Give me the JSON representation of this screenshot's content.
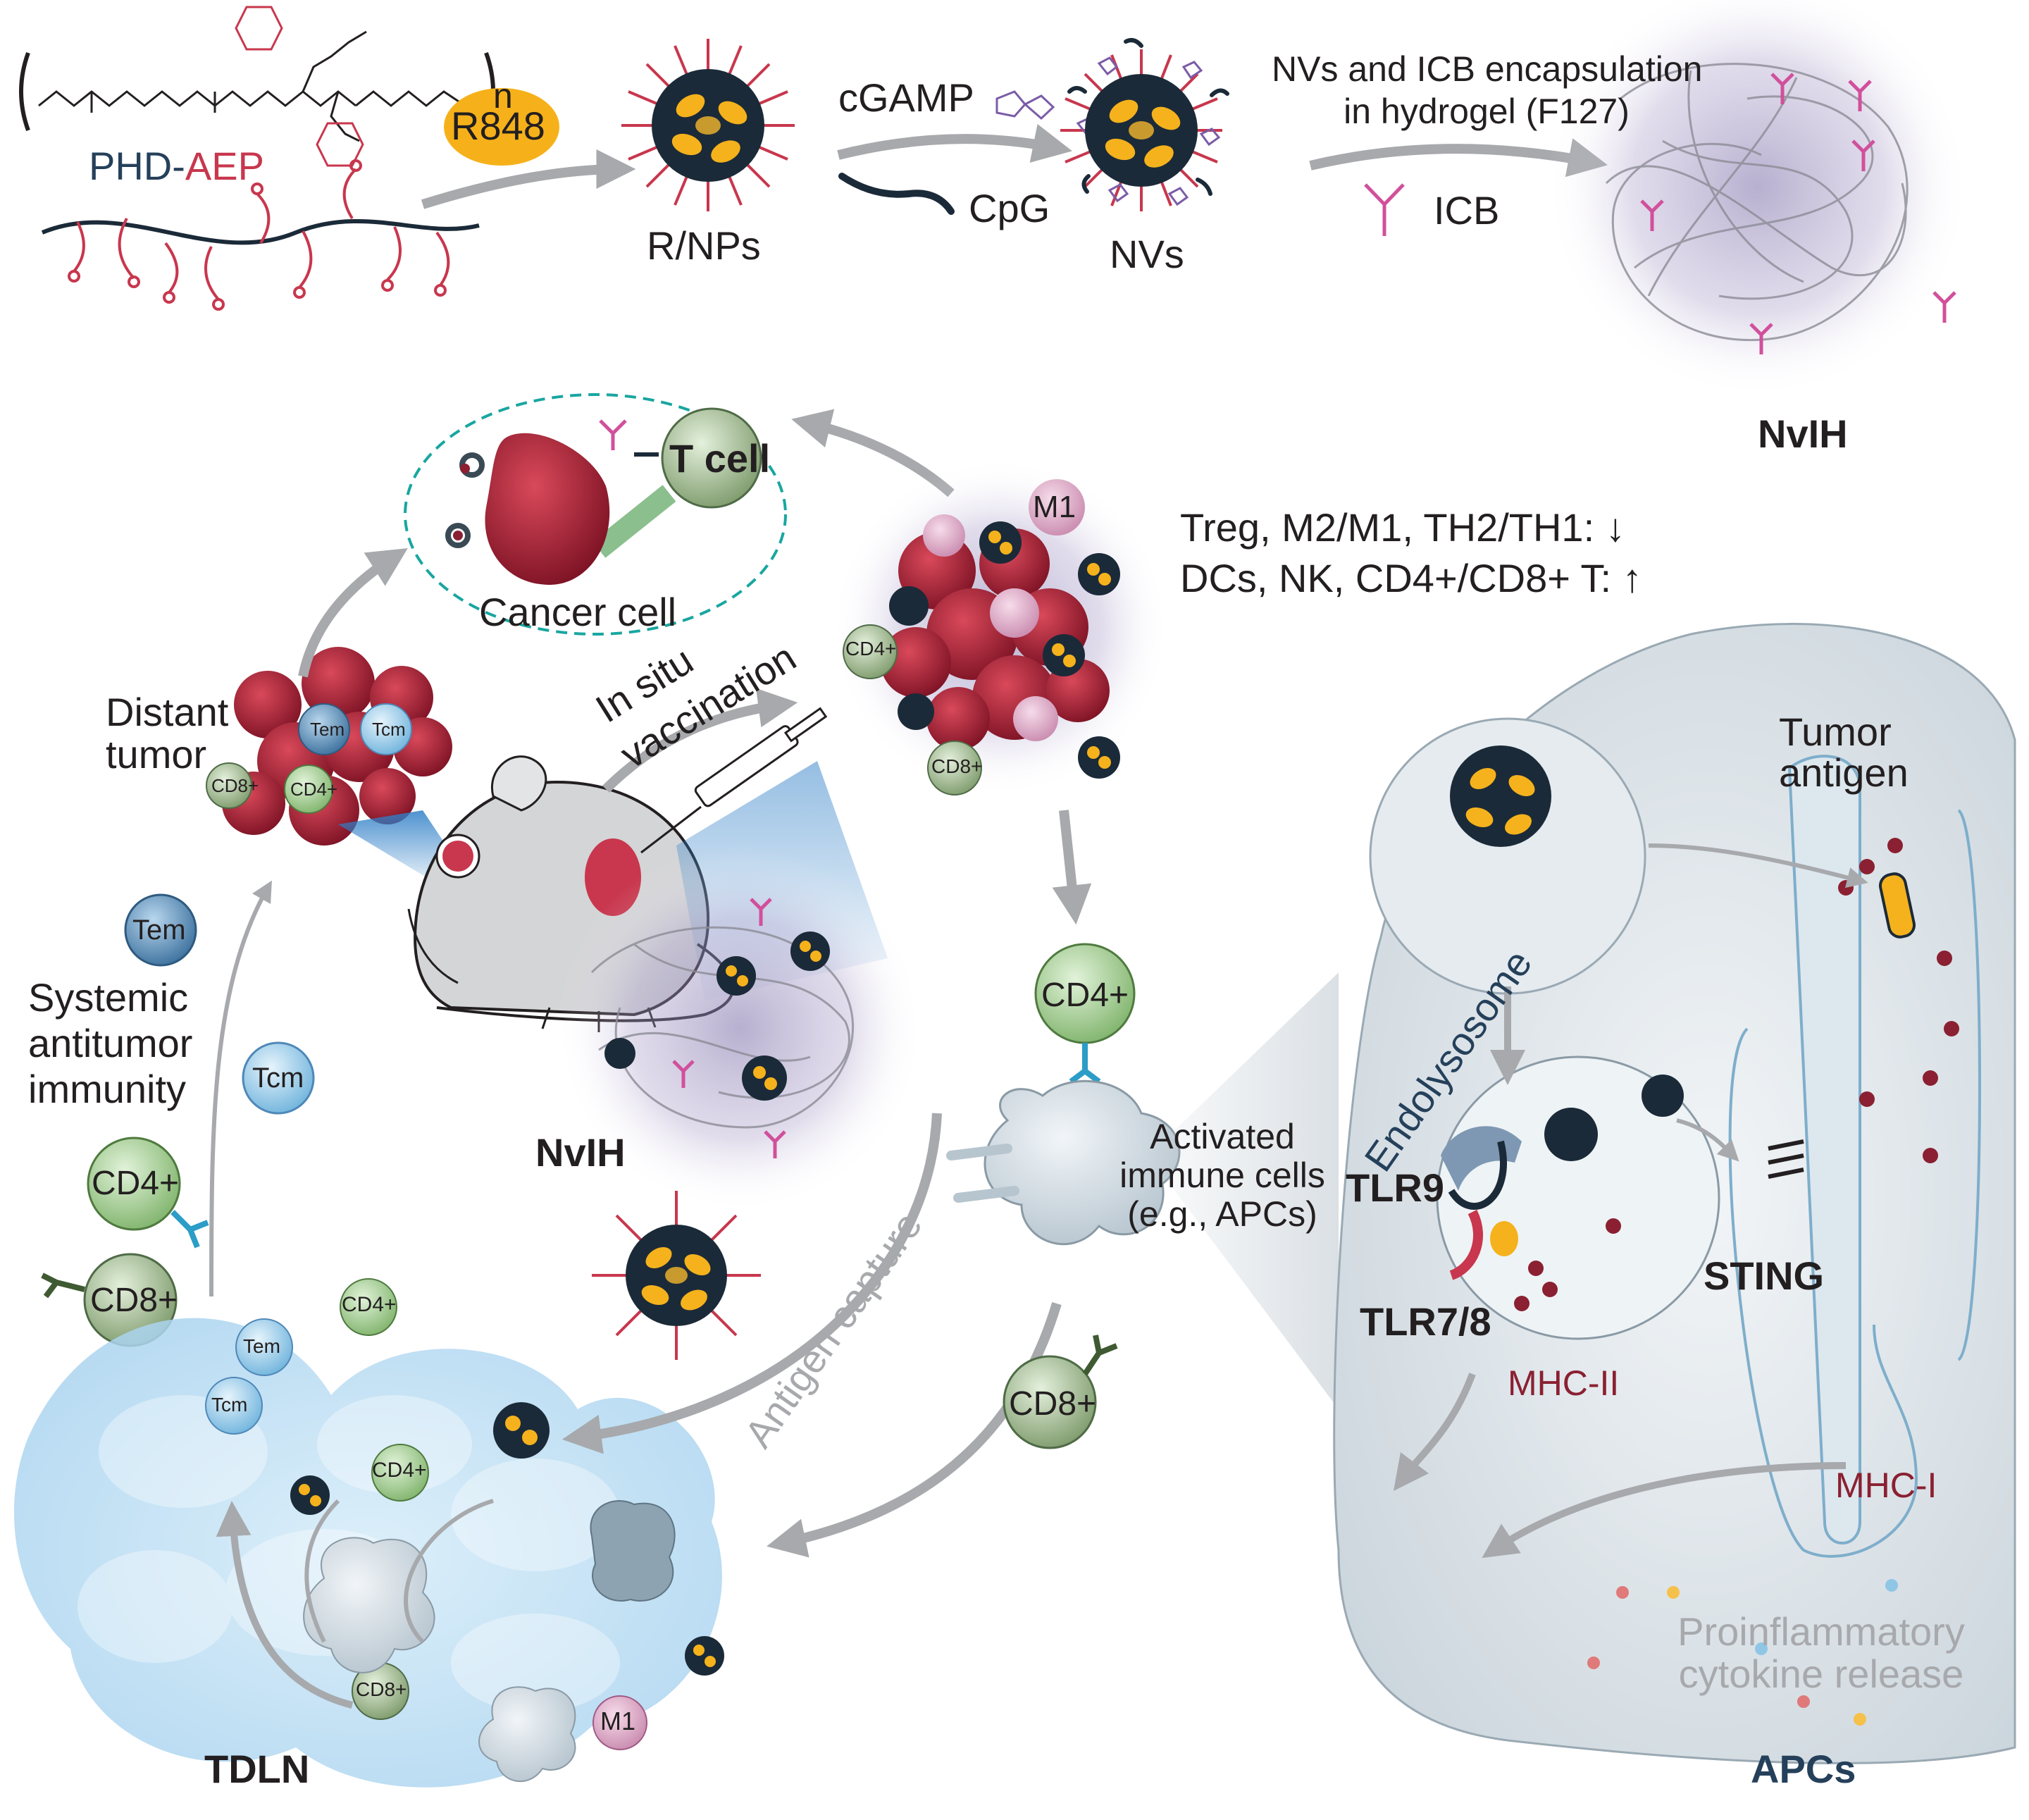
{
  "synthesis": {
    "polymer_name_part1": "PHD-",
    "polymer_name_part2": "AEP",
    "subscript_n": "n",
    "drug": "R848",
    "rnps": "R/NPs",
    "cgamp": "cGAMP",
    "cpg": "CpG",
    "nvs": "NVs",
    "encapsulation_line1": "NVs and ICB encapsulation",
    "encapsulation_line2": "in hydrogel (F127)",
    "icb": "ICB",
    "nvih_top": "NvIH"
  },
  "cycle": {
    "t_cell": "T cell",
    "cancer_cell": "Cancer cell",
    "m1_tumor": "M1",
    "cd4_tumor": "CD4+",
    "cd8_tumor": "CD8+",
    "immune_down": "Treg, M2/M1, TH2/TH1: ↓",
    "immune_up": "DCs, NK, CD4+/CD8+ T: ↑",
    "distant_tumor_line1": "Distant",
    "distant_tumor_line2": "tumor",
    "tem_distant": "Tem",
    "tcm_distant": "Tcm",
    "cd8_distant": "CD8+",
    "cd4_distant": "CD4+",
    "in_situ_line1": "In situ",
    "in_situ_line2": "vaccination",
    "nvih_mid": "NvIH",
    "tem_left": "Tem",
    "tcm_left": "Tcm",
    "systemic_line1": "Systemic",
    "systemic_line2": "antitumor",
    "systemic_line3": "immunity",
    "cd4_left": "CD4+",
    "cd8_left": "CD8+",
    "cd4_center": "CD4+",
    "cd8_center": "CD8+",
    "activated_line1": "Activated",
    "activated_line2": "immune cells",
    "activated_line3": "(e.g., APCs)",
    "antigen_capture": "Antigen capture",
    "tdln_cd4_a": "CD4+",
    "tdln_cd4_b": "CD4+",
    "tdln_tem": "Tem",
    "tdln_tcm": "Tcm",
    "tdln_cd8": "CD8+",
    "tdln_m1": "M1",
    "tdln": "TDLN"
  },
  "apc": {
    "tumor_antigen_line1": "Tumor",
    "tumor_antigen_line2": "antigen",
    "endolysosome": "Endolysosome",
    "tlr9": "TLR9",
    "tlr78": "TLR7/8",
    "sting": "STING",
    "mhc2": "MHC-II",
    "mhc1": "MHC-I",
    "cytokine_line1": "Proinflammatory",
    "cytokine_line2": "cytokine release",
    "apcs": "APCs"
  },
  "colors": {
    "dark_navy": "#1b2a38",
    "core_yellow": "#f5b21c",
    "ligand_red": "#c8374d",
    "drug_yellow": "#f6b11a",
    "icb_magenta": "#d1509b",
    "arrow_gray": "#a7a9ac",
    "tem_blue": "#4f88b8",
    "tcm_blue": "#8fc6e6",
    "cd4_green": "#9ccc8e",
    "cd8_green": "#7c9c6a",
    "label_navy": "#25405a",
    "mhc_red": "#8a2031"
  }
}
